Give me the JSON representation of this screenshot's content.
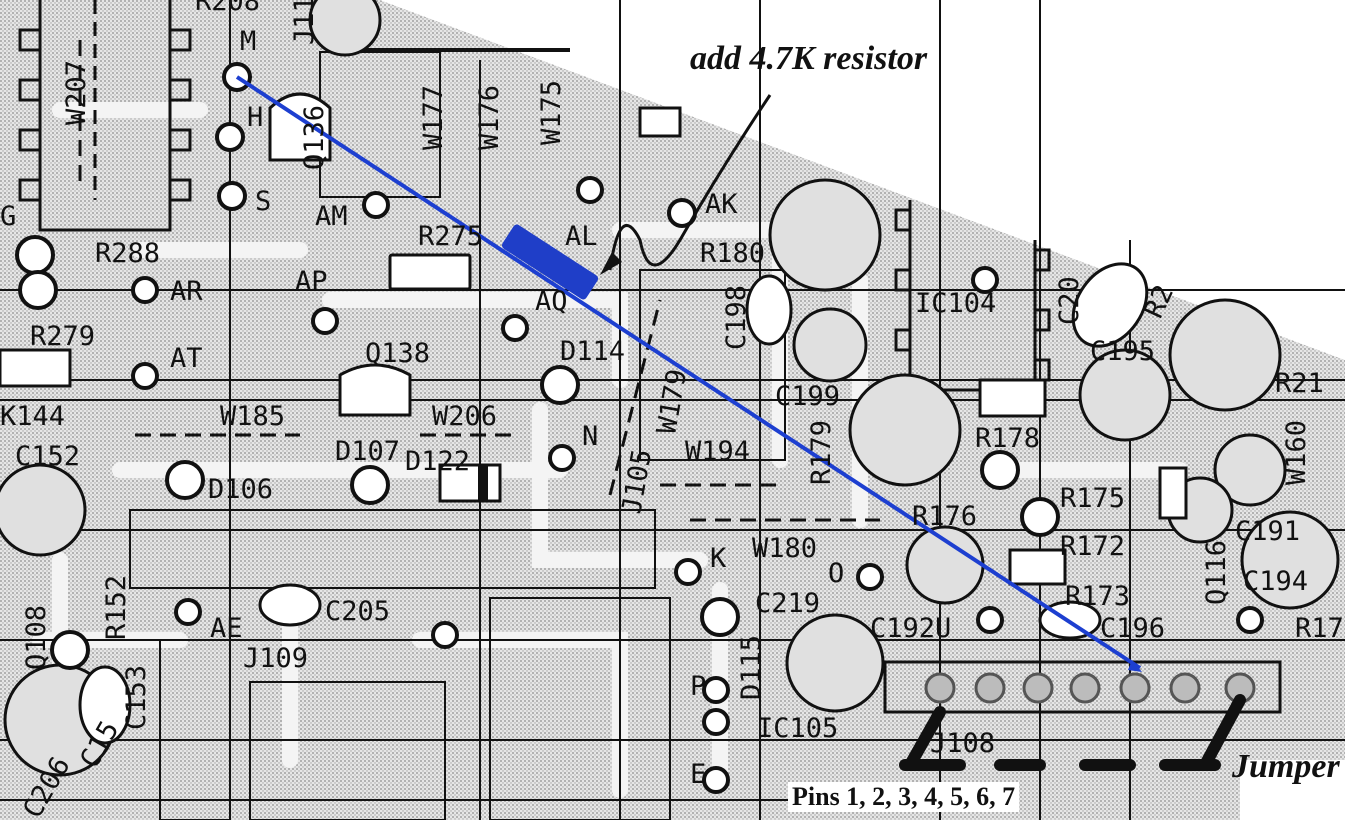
{
  "annotations": {
    "add_resistor": "add 4.7K resistor",
    "jumper": "Jumper",
    "pins": "Pins 1, 2, 3, 4, 5, 6, 7"
  },
  "labels": {
    "m": "M",
    "h": "H",
    "s": "S",
    "j11": "J11",
    "r208": "R208",
    "w207": "W207",
    "w177": "W177",
    "w176": "W176",
    "w175": "W175",
    "q136": "Q136",
    "ak": "AK",
    "al": "AL",
    "am": "AM",
    "r275": "R275",
    "r180": "R180",
    "ap": "AP",
    "aq": "AQ",
    "ar": "AR",
    "r288": "R288",
    "r279": "R279",
    "at": "AT",
    "q138": "Q138",
    "d114": "D114",
    "w179": "W179",
    "c198": "C198",
    "c199": "C199",
    "ic104": "IC104",
    "c20": "C20",
    "r2": "R2",
    "c195": "C195",
    "r21": "R21",
    "w185": "W185",
    "w206": "W206",
    "k144": "K144",
    "c152": "C152",
    "d107": "D107",
    "d122": "D122",
    "n": "N",
    "j105": "J105",
    "w194": "W194",
    "r179": "R179",
    "r178": "R178",
    "w160": "W160",
    "d106": "D106",
    "r175": "R175",
    "r176": "R176",
    "r172": "R172",
    "c191": "C191",
    "c194": "C194",
    "r173": "R173",
    "k": "K",
    "w180": "W180",
    "o": "O",
    "r152": "R152",
    "q108": "Q108",
    "c205": "C205",
    "ae": "AE",
    "c219": "C219",
    "c192u": "C192U",
    "c196": "C196",
    "q116": "Q116",
    "r17": "R17",
    "j109": "J109",
    "c153": "C153",
    "c15": "C15",
    "p": "P",
    "d115": "D115",
    "ic105": "IC105",
    "j108": "J108",
    "e": "E",
    "g": "G",
    "c206": "C206"
  },
  "colors": {
    "ink": "#111111",
    "board_dots": "#9a9a9a",
    "added_wire": "#1d3fd0",
    "added_resistor": "#1f3ec8"
  }
}
